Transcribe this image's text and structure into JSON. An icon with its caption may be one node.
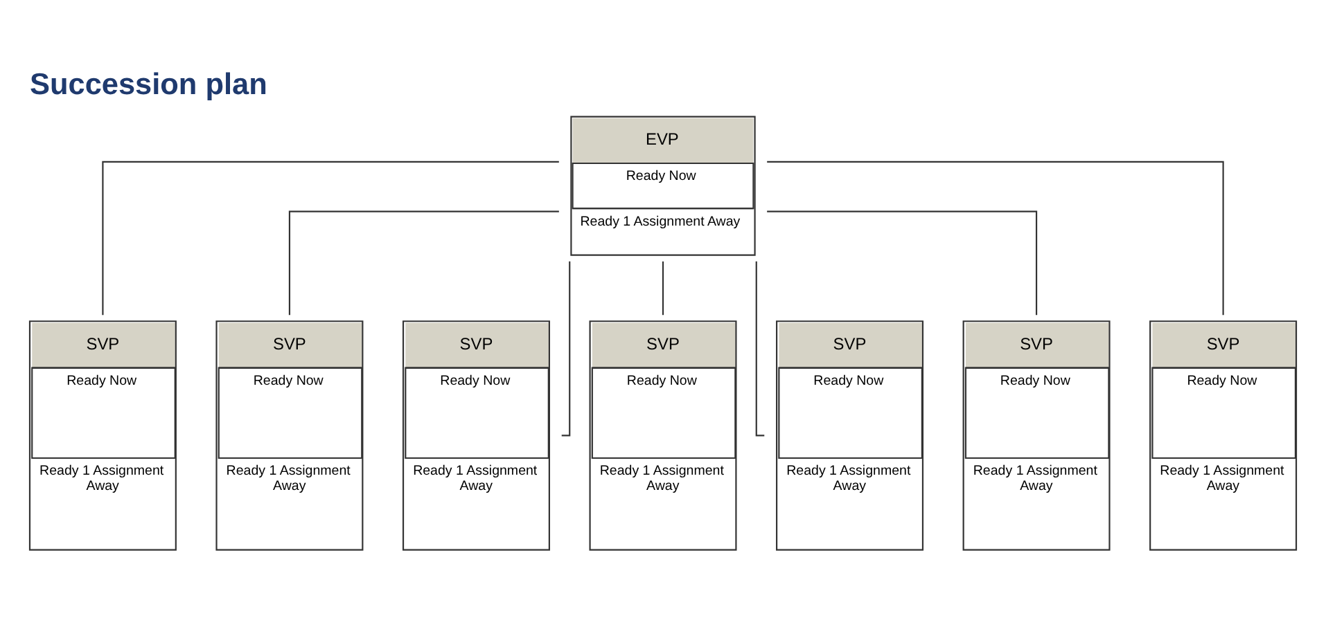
{
  "diagram": {
    "title": "Succession plan",
    "nodes": [
      {
        "text": [
          "EVP",
          "Ready Now",
          "Ready 1 Assignment Away"
        ]
      },
      {
        "text": [
          "SVP",
          "Ready Now",
          "Ready 1 Assignment Away"
        ]
      },
      {
        "text": [
          "SVP",
          "Ready Now",
          "Ready 1 Assignment Away"
        ]
      },
      {
        "text": [
          "SVP",
          "Ready Now",
          "Ready 1 Assignment Away"
        ]
      },
      {
        "text": [
          "SVP",
          "Ready Now",
          "Ready 1 Assignment Away"
        ]
      },
      {
        "text": [
          "SVP",
          "Ready Now",
          "Ready 1 Assignment Away"
        ]
      },
      {
        "text": [
          "SVP",
          "Ready Now",
          "Ready 1 Assignment Away"
        ]
      },
      {
        "text": [
          "SVP",
          "Ready Now",
          "Ready 1 Assignment Away"
        ]
      }
    ],
    "edges": [
      {
        "from": 0,
        "to": 1,
        "arrow": "none"
      },
      {
        "from": 0,
        "to": 2,
        "arrow": "none"
      },
      {
        "from": 0,
        "to": 3,
        "arrow": "none"
      },
      {
        "from": 0,
        "to": 4,
        "arrow": "none"
      },
      {
        "from": 0,
        "to": 5,
        "arrow": "none"
      },
      {
        "from": 0,
        "to": 6,
        "arrow": "none"
      },
      {
        "from": 0,
        "to": 7,
        "arrow": "none"
      }
    ]
  }
}
